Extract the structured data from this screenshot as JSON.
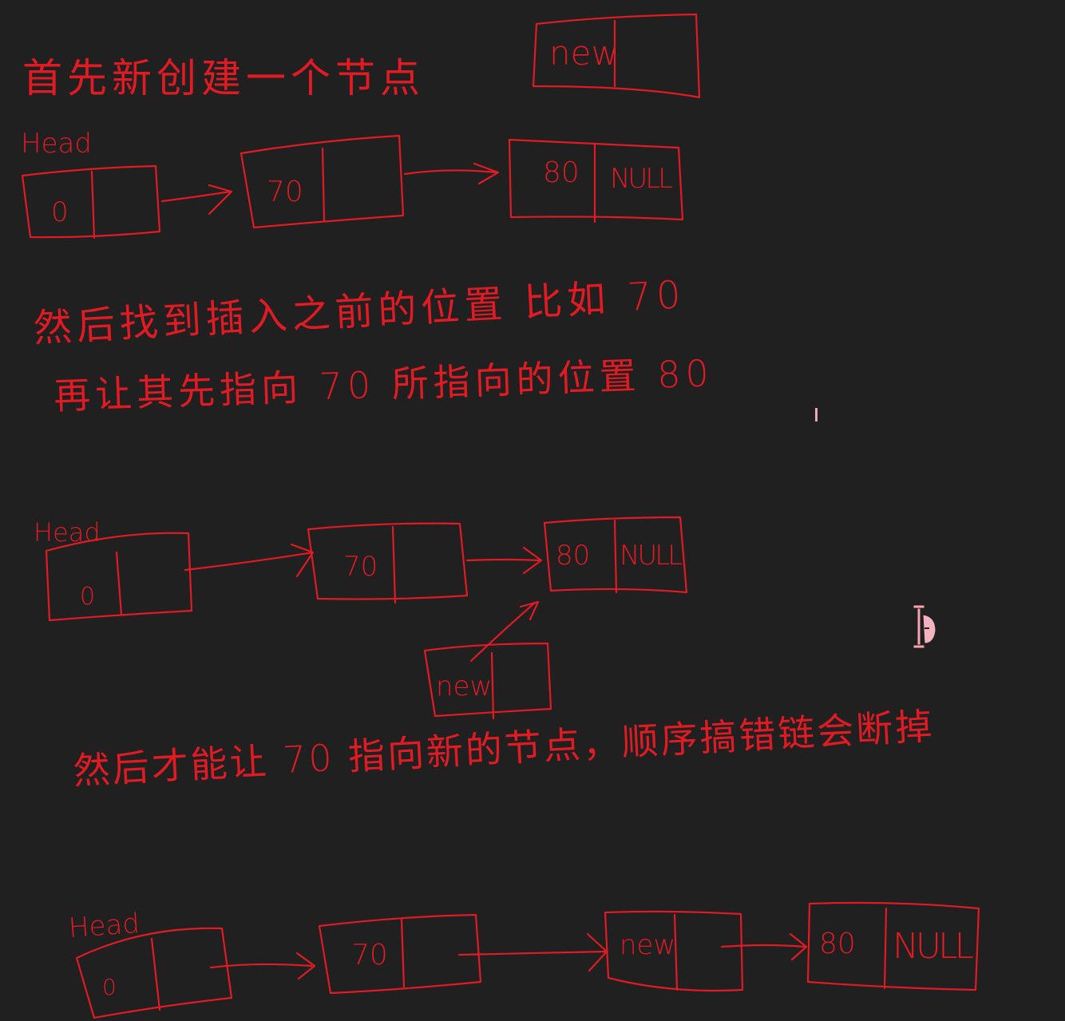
{
  "canvas": {
    "background": "#212020",
    "ink_color": "#e01b24",
    "cursor_color": "#f2a7b0"
  },
  "notes": [
    {
      "id": "step1",
      "text": "首先新创建一个节点"
    },
    {
      "id": "step2a",
      "text": "然后找到插入之前的位置 比如 70"
    },
    {
      "id": "step2b",
      "text": "再让其先指向 70 所指向的位置 80"
    },
    {
      "id": "step3",
      "text": "然后才能让 70 指向新的节点，顺序搞错链会断掉"
    }
  ],
  "diagrams": {
    "new_node": {
      "data": "new",
      "next": ""
    },
    "list1": {
      "head_label": "Head",
      "nodes": [
        {
          "data": "0",
          "next": ""
        },
        {
          "data": "70",
          "next": ""
        },
        {
          "data": "80",
          "next": "NULL"
        }
      ]
    },
    "list2": {
      "head_label": "Head",
      "nodes": [
        {
          "data": "0",
          "next": ""
        },
        {
          "data": "70",
          "next": ""
        },
        {
          "data": "80",
          "next": "NULL"
        }
      ],
      "pending": {
        "data": "new",
        "next": "",
        "points_to": "80"
      }
    },
    "list3": {
      "head_label": "Head",
      "nodes": [
        {
          "data": "0",
          "next": ""
        },
        {
          "data": "70",
          "next": ""
        },
        {
          "data": "new",
          "next": ""
        },
        {
          "data": "80",
          "next": "NULL"
        }
      ]
    }
  },
  "icons": {
    "text_cursor": "i-beam-cursor-icon",
    "caret": "text-caret"
  }
}
